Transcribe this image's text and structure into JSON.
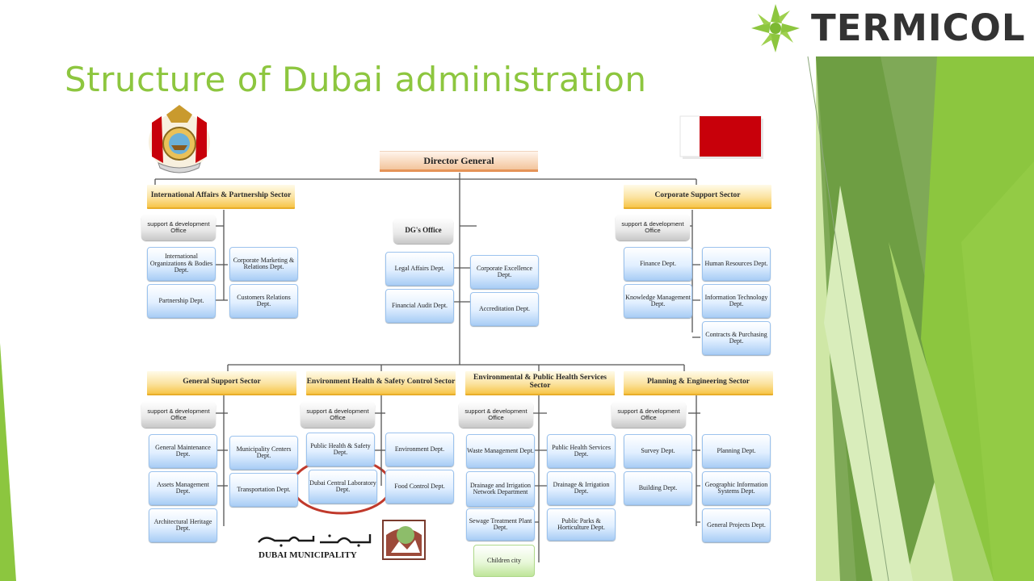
{
  "slide": {
    "title": "Structure of Dubai administration",
    "brand": {
      "name": "TERMICOL",
      "accent_color": "#8dc63f",
      "icon": "termicol-pinwheel-icon"
    },
    "footer": {
      "municipality_name": "DUBAI MUNICIPALITY"
    }
  },
  "org": {
    "director": "Director General",
    "dg_office": "DG's Office",
    "support_office": "support & development Office",
    "intl": {
      "title": "International Affairs & Partnership Sector",
      "depts": [
        "International Organizations & Bodies Dept.",
        "Corporate Marketing & Relations Dept.",
        "Partnership Dept.",
        "Customers Relations Dept."
      ]
    },
    "dg_depts": [
      "Legal Affairs Dept.",
      "Corporate Excellence Dept.",
      "Financial Audit Dept.",
      "Accreditation Dept."
    ],
    "corporate": {
      "title": "Corporate Support Sector",
      "depts": [
        "Finance Dept.",
        "Human Resources Dept.",
        "Knowledge Management Dept.",
        "Information Technology Dept.",
        "Contracts & Purchasing Dept."
      ]
    },
    "general": {
      "title": "General Support Sector",
      "depts": [
        "General Maintenance Dept.",
        "Municipality Centers Dept.",
        "Assets Management Dept.",
        "Transportation Dept.",
        "Architectural Heritage Dept."
      ]
    },
    "ehs": {
      "title": "Environment Health & Safety Control Sector",
      "depts": [
        "Public Health & Safety Dept.",
        "Environment Dept.",
        "Dubai Central Laboratory Dept.",
        "Food Control Dept."
      ]
    },
    "eps": {
      "title": "Environmental & Public Health Services Sector",
      "depts": [
        "Waste Management Dept.",
        "Public Health Services Dept.",
        "Drainage and Irrigation Network Department",
        "Drainage & Irrigation Dept.",
        "Sewage Treatment Plant Dept.",
        "Public Parks & Horticulture Dept.",
        "Children city"
      ]
    },
    "planning": {
      "title": "Planning & Engineering Sector",
      "depts": [
        "Survey Dept.",
        "Planning Dept.",
        "Building Dept.",
        "Geographic Information Systems Dept.",
        "General Projects Dept."
      ]
    }
  }
}
